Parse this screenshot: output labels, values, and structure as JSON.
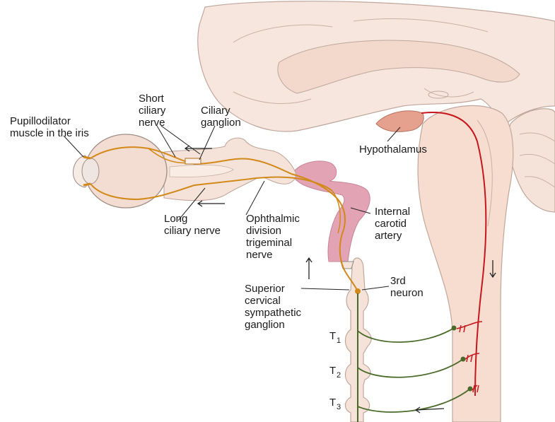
{
  "labels": {
    "pupillodilator_1": "Pupillodilator",
    "pupillodilator_2": "muscle in the iris",
    "short_ciliary_1": "Short",
    "short_ciliary_2": "ciliary",
    "short_ciliary_3": "nerve",
    "ciliary_ganglion_1": "Ciliary",
    "ciliary_ganglion_2": "ganglion",
    "hypothalamus": "Hypothalamus",
    "long_ciliary_1": "Long",
    "long_ciliary_2": "ciliary nerve",
    "ophthalmic_1": "Ophthalmic",
    "ophthalmic_2": "division",
    "ophthalmic_3": "trigeminal",
    "ophthalmic_4": "nerve",
    "internal_carotid_1": "Internal",
    "internal_carotid_2": "carotid",
    "internal_carotid_3": "artery",
    "third_neuron_1": "3rd",
    "third_neuron_2": "neuron",
    "superior_cervical_1": "Superior",
    "superior_cervical_2": "cervical",
    "superior_cervical_3": "sympathetic",
    "superior_cervical_4": "ganglion",
    "t1": "T",
    "t1_sub": "1",
    "t2": "T",
    "t2_sub": "2",
    "t3": "T",
    "t3_sub": "3"
  },
  "colors": {
    "tissue": "#f5e3d9",
    "tissue_outline": "#bfa79c",
    "brainstem": "#f7ddd0",
    "cortex_fill": "#f7e6dd",
    "hypothalamus": "#e5a08e",
    "carotid": "#e2a3b4",
    "orange_pathway": "#d1891a",
    "red_pathway": "#c4171e",
    "green_pathway": "#4a6a2a"
  }
}
